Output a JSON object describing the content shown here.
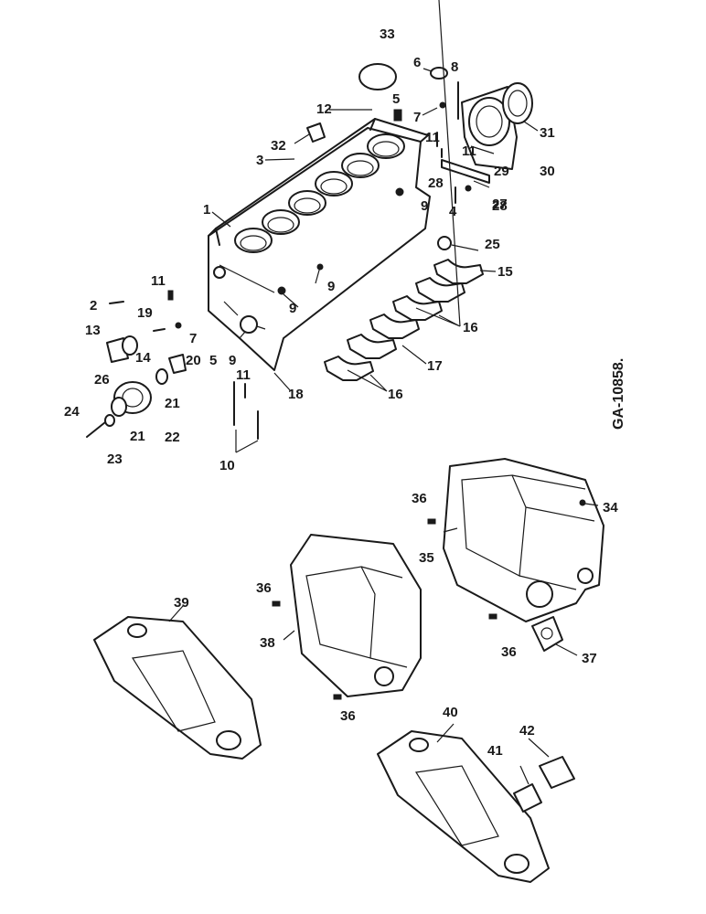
{
  "figure_id": "GA-10858.",
  "callouts": [
    "1",
    "2",
    "3",
    "4",
    "5",
    "5",
    "6",
    "7",
    "7",
    "8",
    "9",
    "9",
    "9",
    "9",
    "10",
    "11",
    "11",
    "11",
    "11",
    "12",
    "13",
    "14",
    "15",
    "16",
    "16",
    "17",
    "18",
    "19",
    "20",
    "21",
    "21",
    "22",
    "23",
    "24",
    "25",
    "26",
    "27",
    "28",
    "28",
    "29",
    "30",
    "31",
    "32",
    "33",
    "34",
    "35",
    "36",
    "36",
    "36",
    "36",
    "37",
    "38",
    "39",
    "40",
    "41",
    "42"
  ]
}
